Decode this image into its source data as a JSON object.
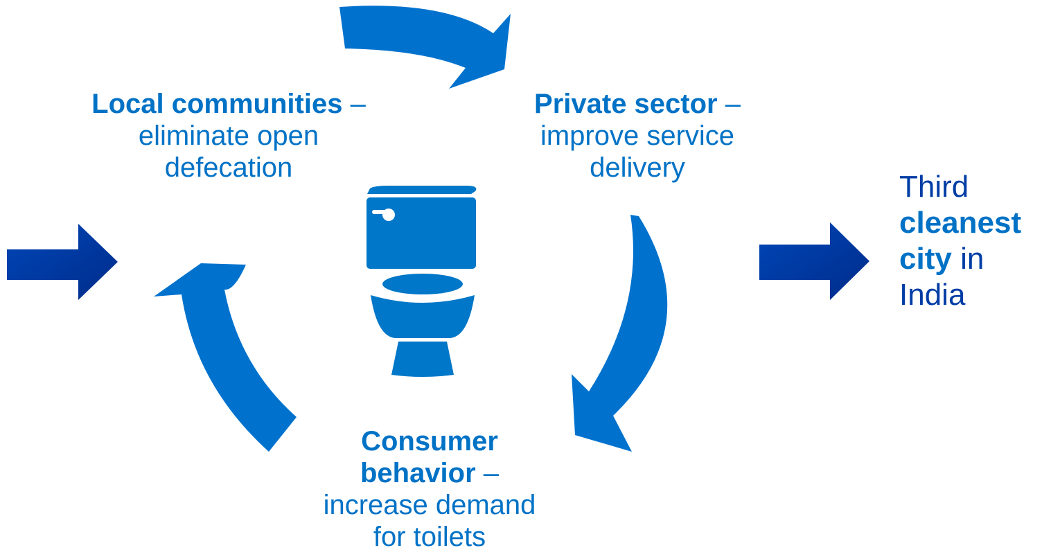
{
  "local_communities": {
    "heading": "Local communities",
    "dash": "–",
    "line1": "eliminate open",
    "line2": "defecation"
  },
  "private_sector": {
    "heading": "Private sector",
    "dash": "–",
    "line1": "improve service",
    "line2": "delivery"
  },
  "consumer_behavior": {
    "heading_line1": "Consumer",
    "heading_line2": "behavior",
    "dash": "–",
    "line1": "increase demand",
    "line2": "for toilets"
  },
  "outcome": {
    "word1": "Third",
    "word2": "cleanest",
    "word3": "city",
    "word4": "in",
    "word5": "India"
  },
  "colors": {
    "cycle_arrow": "#0072CE",
    "side_arrow": "#0033A0",
    "toilet": "#0077C8",
    "label_blue": "#0072C6",
    "outcome_text": "#003DA5"
  },
  "icons": {
    "center": "toilet-icon",
    "cycle": "curved-arrow-icon",
    "side": "block-arrow-icon"
  }
}
